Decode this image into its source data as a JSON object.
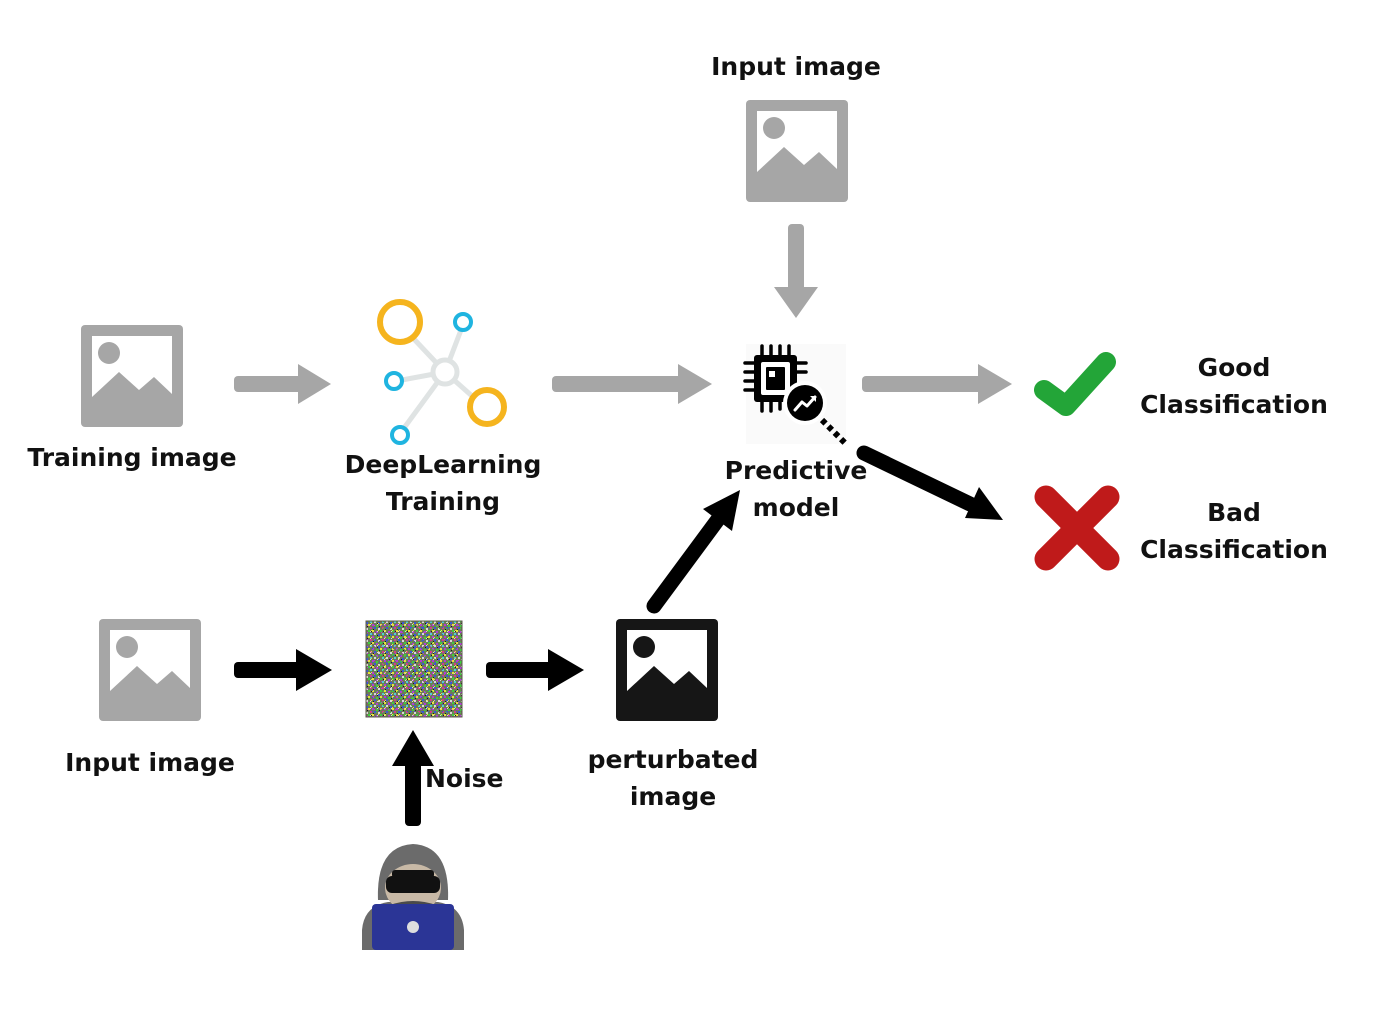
{
  "labels": {
    "top_input": "Input image",
    "training_image": "Training image",
    "dl_training": [
      "DeepLearning",
      "Training"
    ],
    "predictive_model": [
      "Predictive",
      "model"
    ],
    "good": [
      "Good",
      "Classification"
    ],
    "bad": [
      "Bad",
      "Classification"
    ],
    "bottom_input": "Input image",
    "noise": "Noise",
    "perturbated": [
      "perturbated",
      "image"
    ]
  },
  "icons": {
    "image": "image-placeholder-icon",
    "network": "neural-network-icon",
    "chip": "ai-chip-analytics-icon",
    "check": "check-mark-icon",
    "cross": "cross-mark-icon",
    "noise": "noise-pattern-icon",
    "attacker": "hacker-icon"
  },
  "colors": {
    "gray_flow": "#a6a6a6",
    "black_flow": "#000000",
    "good": "#23a538",
    "bad": "#bf1a1a",
    "node_orange": "#f5b41e",
    "node_cyan": "#1fb4e0",
    "laptop": "#2b3596"
  }
}
